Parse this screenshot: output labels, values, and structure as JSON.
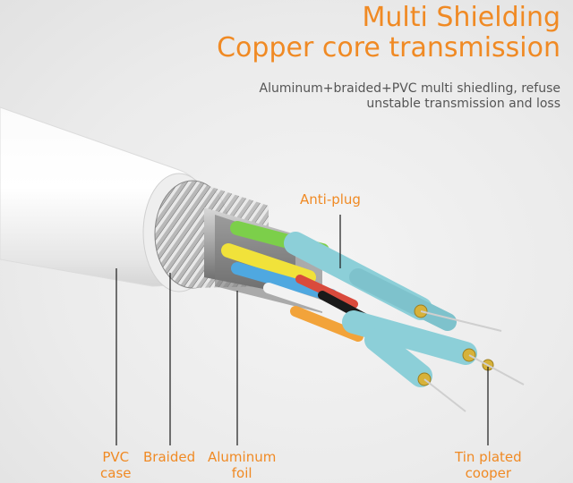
{
  "title": {
    "line1": "Multi Shielding",
    "line2": "Copper core transmission"
  },
  "subtitle": {
    "line1": "Aluminum+braided+PVC multi shiedling, refuse",
    "line2": "unstable transmission and loss"
  },
  "labels": {
    "anti_plug": "Anti-plug",
    "pvc_1": "PVC",
    "pvc_2": "case",
    "braided": "Braided",
    "aluminum_1": "Aluminum",
    "aluminum_2": "foil",
    "tin_1": "Tin plated",
    "tin_2": "cooper"
  },
  "colors": {
    "accent": "#f08a24",
    "jacket": "#ffffff",
    "insulation": "#8ccfd8"
  }
}
